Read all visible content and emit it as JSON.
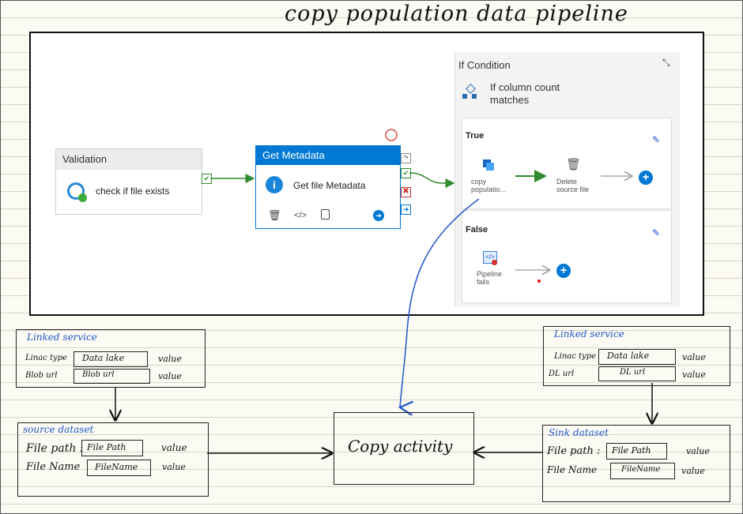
{
  "title": "copy population data pipeline",
  "validation": {
    "header": "Validation",
    "text": "check if file exists"
  },
  "get_metadata": {
    "header": "Get Metadata",
    "text": "Get file Metadata"
  },
  "if_condition": {
    "header": "If Condition",
    "name": "If column count matches",
    "true_branch": {
      "label": "True",
      "activity1": "copy populatio...",
      "activity2": "Delete source file"
    },
    "false_branch": {
      "label": "False",
      "activity1": "Pipeline fails"
    }
  },
  "left_linked_service": {
    "title": "Linked service",
    "row1_label": "Linac type",
    "row1_field": "Data lake",
    "row1_value": "value",
    "row2_label": "Blob url",
    "row2_field": "Blob url",
    "row2_value": "value"
  },
  "right_linked_service": {
    "title": "Linked service",
    "row1_label": "Linac type",
    "row1_field": "Data lake",
    "row1_value": "value",
    "row2_label": "DL url",
    "row2_field": "DL url",
    "row2_value": "value"
  },
  "source_dataset": {
    "title": "source dataset",
    "row1_label": "File path :",
    "row1_field": "File Path",
    "row1_value": "value",
    "row2_label": "File Name",
    "row2_field": "FileName",
    "row2_value": "value"
  },
  "sink_dataset": {
    "title": "Sink dataset",
    "row1_label": "File path :",
    "row1_field": "File Path",
    "row1_value": "value",
    "row2_label": "File Name",
    "row2_field": "FileName",
    "row2_value": "value"
  },
  "copy_activity": {
    "label": "Copy activity"
  },
  "colors": {
    "accent": "#0078d4",
    "ink_blue": "#1f57c7",
    "success": "#2e8b2e",
    "error": "#d32f2f"
  }
}
